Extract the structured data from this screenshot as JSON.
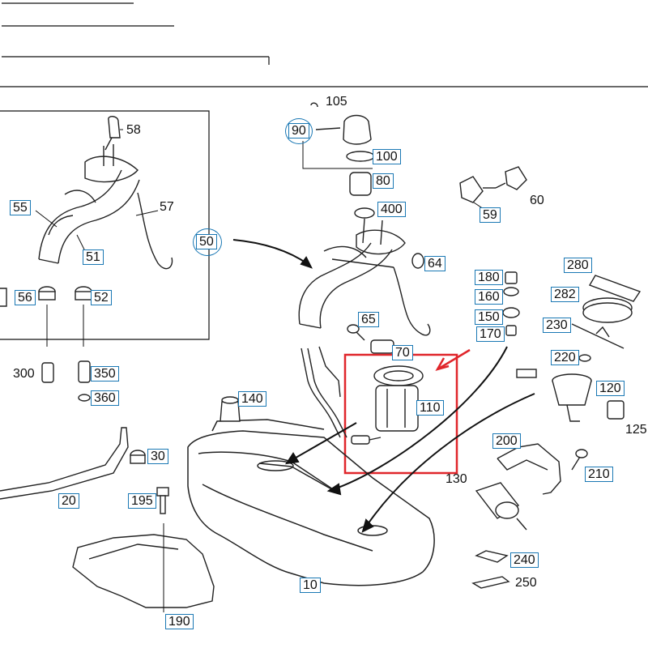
{
  "title": "",
  "parts": {
    "p10": "10",
    "p20": "20",
    "p30": "30",
    "p50": "50",
    "p51": "51",
    "p52": "52",
    "p55": "55",
    "p56": "56",
    "p57": "57",
    "p58": "58",
    "p59": "59",
    "p60": "60",
    "p64": "64",
    "p65": "65",
    "p70": "70",
    "p80": "80",
    "p90": "90",
    "p100": "100",
    "p105": "105",
    "p110": "110",
    "p120": "120",
    "p125": "125",
    "p130": "130",
    "p140": "140",
    "p150": "150",
    "p160": "160",
    "p170": "170",
    "p180": "180",
    "p190": "190",
    "p195": "195",
    "p200": "200",
    "p210": "210",
    "p220": "220",
    "p230": "230",
    "p240": "240",
    "p250": "250",
    "p280": "280",
    "p282": "282",
    "p300": "300",
    "p350": "350",
    "p360": "360",
    "p400": "400"
  },
  "highlight": {
    "part": "110",
    "color": "#e0262b"
  },
  "colors": {
    "callout_border": "#1a78b4",
    "line": "#111111"
  }
}
